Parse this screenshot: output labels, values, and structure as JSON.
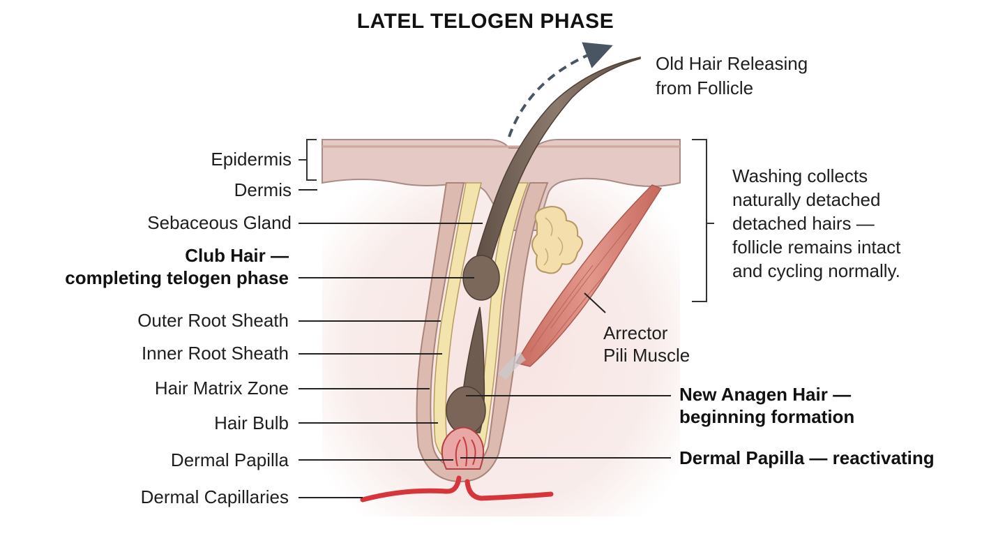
{
  "title": "LATEL TELOGEN PHASE",
  "top_label": {
    "line1": "Old Hair Releasing",
    "line2": "from Follicle"
  },
  "left_labels": {
    "epidermis": "Epidermis",
    "dermis": "Dermis",
    "sebaceous_gland": "Sebaceous Gland",
    "club_hair_line1": "Club Hair —",
    "club_hair_line2": "completing telogen phase",
    "outer_root_sheath": "Outer Root Sheath",
    "inner_root_sheath": "Inner Root Sheath",
    "hair_matrix_zone": "Hair Matrix Zone",
    "hair_bulb": "Hair Bulb",
    "dermal_papilla": "Dermal Papilla",
    "dermal_capillaries": "Dermal Capillaries"
  },
  "right_labels": {
    "arrector_line1": "Arrector",
    "arrector_line2": "Pili Muscle",
    "new_anagen_line1": "New Anagen Hair —",
    "new_anagen_line2": "beginning formation",
    "papilla_reactivating": "Dermal Papilla — reactivating"
  },
  "note": {
    "line1": "Washing collects",
    "line2": "naturally detached",
    "line3": "detached hairs —",
    "line4": "follicle remains intact",
    "line5": "and cycling normally."
  },
  "colors": {
    "skin": "#e8cfc9",
    "dermis_glow": "#f6e4e2",
    "sheath_outer": "#d7b8ad",
    "sheath_yellow": "#f1e2ab",
    "hair": "#7c6a5e",
    "vessel": "#d6363b",
    "muscle": "#d98a7e",
    "gland": "#f3deac"
  }
}
